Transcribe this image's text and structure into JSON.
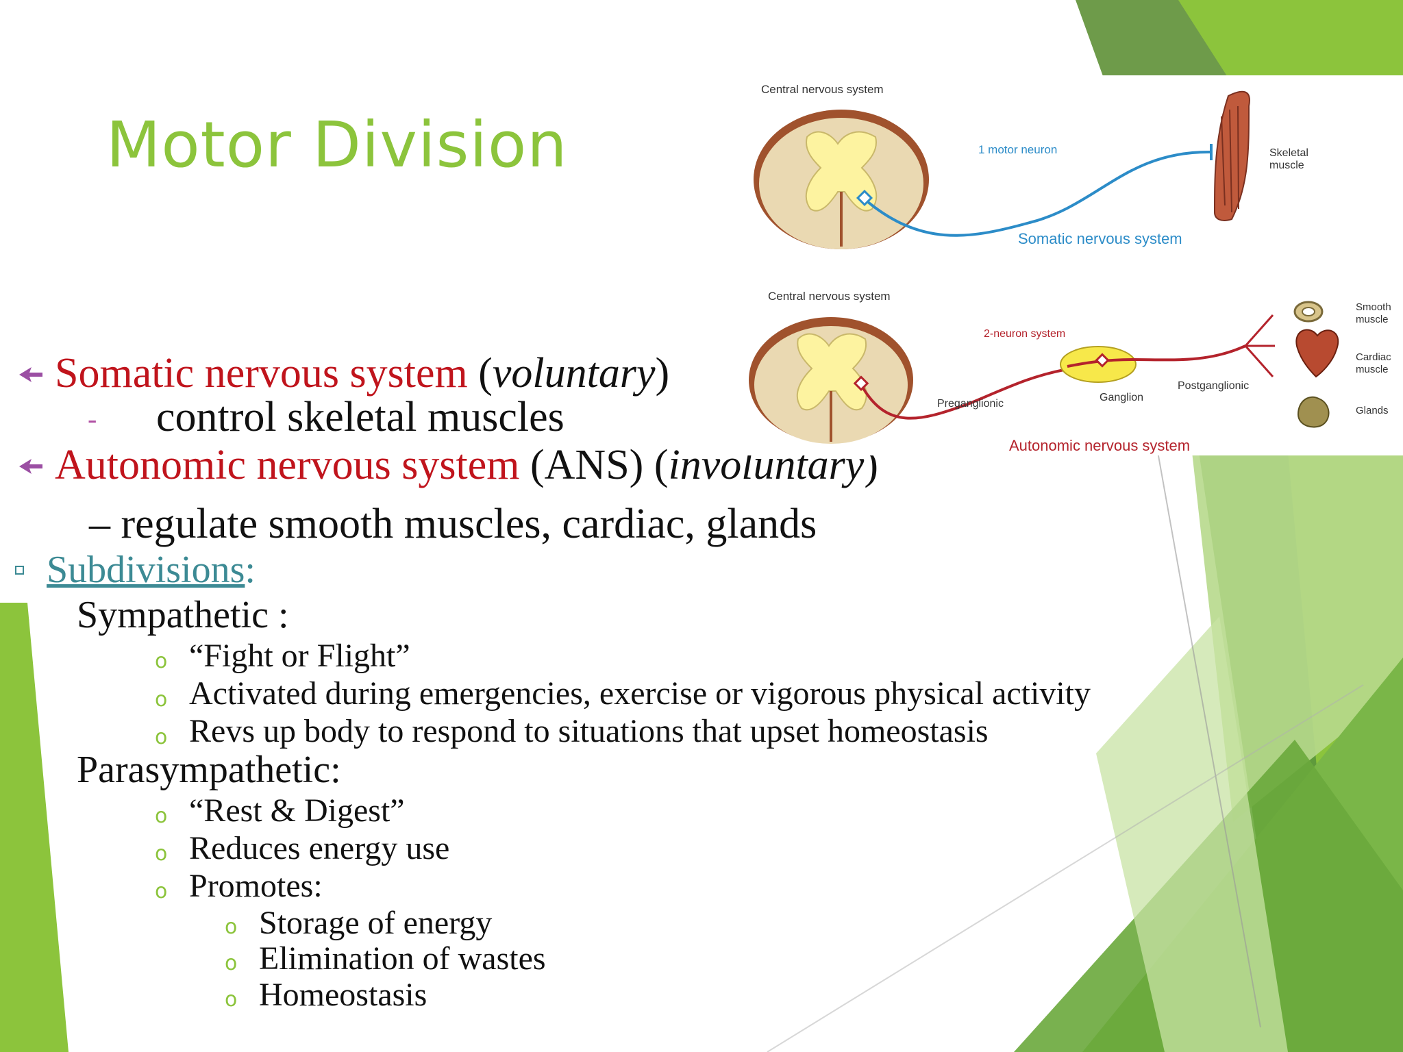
{
  "slide": {
    "title": "Motor Division",
    "colors": {
      "accent_green": "#8cc43c",
      "red_term": "#c0141c",
      "teal_link": "#3c8a94",
      "bullet_purple": "#9b4fa3"
    },
    "somatic": {
      "term": "Somatic nervous system",
      "open": " (",
      "qualifier": "voluntary",
      "close": ")",
      "sub_bullet": "-",
      "sub": "control  skeletal muscles"
    },
    "autonomic": {
      "term": "Autonomic nervous system",
      "abbr": " (ANS) (",
      "qualifier": "involuntary",
      "close": ")",
      "sub": "– regulate smooth muscles, cardiac, glands"
    },
    "subdivisions": {
      "label": "Subdivisions",
      "colon": ":",
      "sympathetic": {
        "label": "Sympathetic :",
        "items": [
          "“Fight or Flight”",
          "Activated during emergencies, exercise or vigorous physical activity",
          "Revs up body to respond to situations that upset homeostasis"
        ]
      },
      "parasympathetic": {
        "label": "Parasympathetic:",
        "items": [
          "“Rest & Digest”",
          "Reduces energy use",
          "Promotes:"
        ],
        "promotes": [
          "Storage of energy",
          "Elimination of wastes",
          "Homeostasis"
        ]
      },
      "bullet_glyph": "o"
    },
    "diagram": {
      "somatic": {
        "cns_label": "Central nervous system",
        "neuron_label": "1 motor neuron",
        "effector_label_1": "Skeletal",
        "effector_label_2": "muscle",
        "system_label": "Somatic nervous system"
      },
      "autonomic": {
        "cns_label": "Central nervous system",
        "neuron_label": "2-neuron system",
        "pre_label": "Preganglionic",
        "ganglion_label": "Ganglion",
        "post_label": "Postganglionic",
        "smooth_1": "Smooth",
        "smooth_2": "muscle",
        "cardiac_1": "Cardiac",
        "cardiac_2": "muscle",
        "glands": "Glands",
        "system_label": "Autonomic nervous system"
      }
    }
  }
}
